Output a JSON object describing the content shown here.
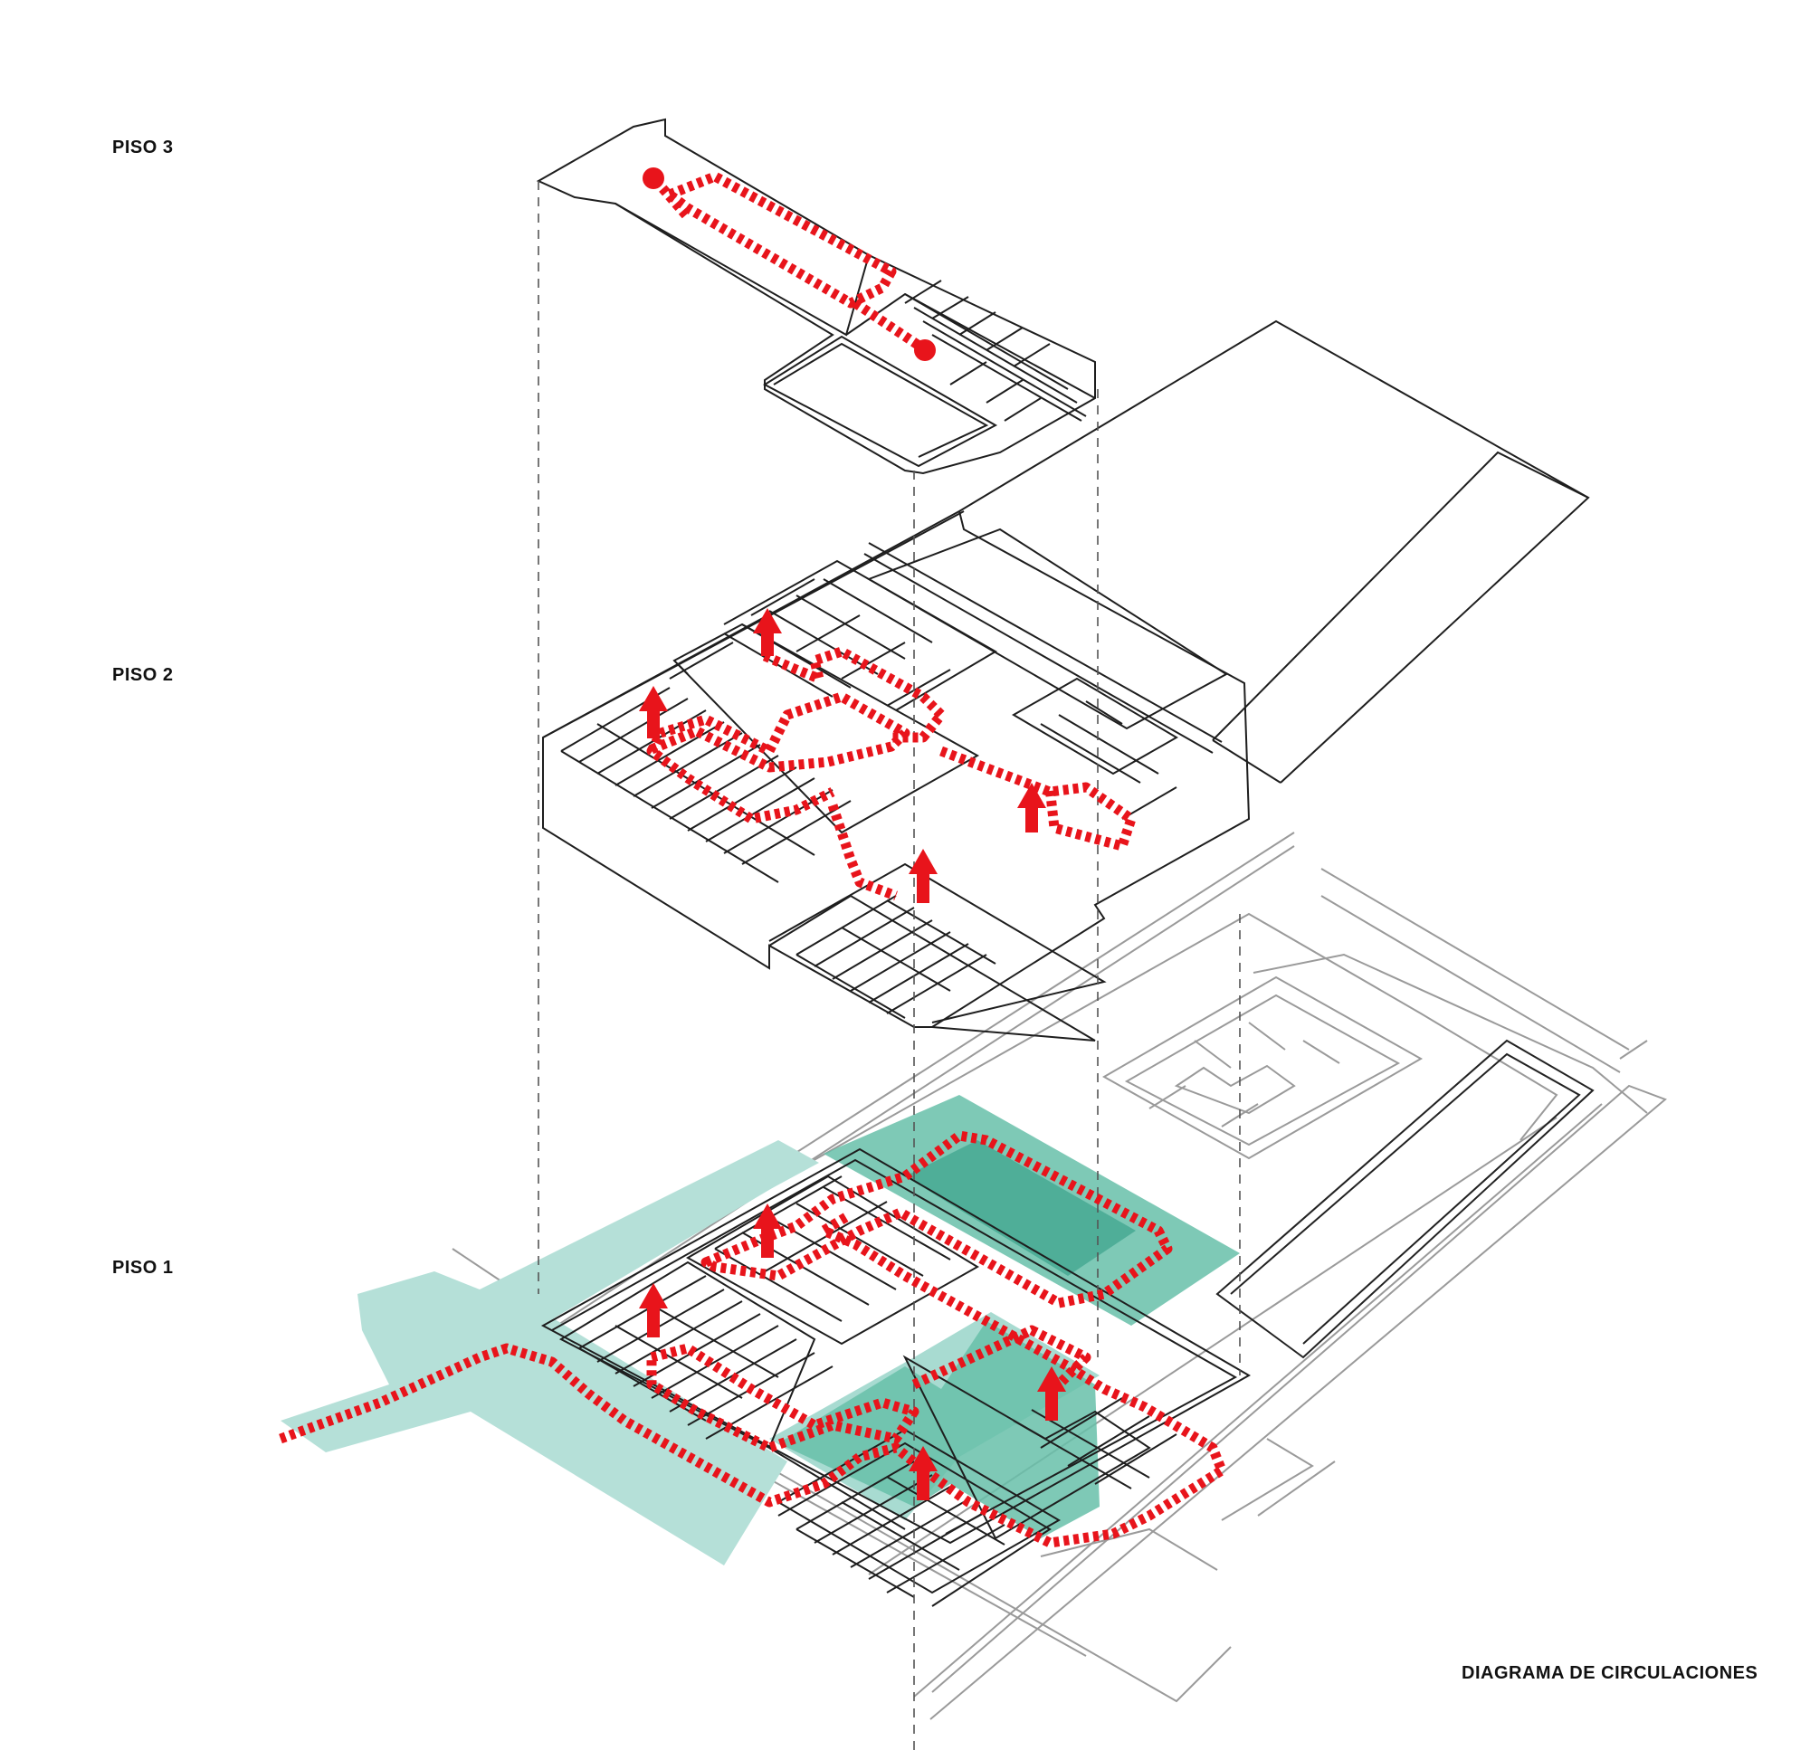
{
  "labels": {
    "floor3": "PISO 3",
    "floor2": "PISO 2",
    "floor1": "PISO 1",
    "title": "DIAGRAMA DE CIRCULACIONES"
  },
  "colors": {
    "circulation": "#e8141b",
    "public_space": "#b5e0d8",
    "courtyard": "#67bfa9",
    "courtyard_dark": "#4fae98",
    "lines": "#222222",
    "context_lines": "#9a9a9a"
  },
  "icons": [
    "arrow-up-icon",
    "dot-marker-icon"
  ]
}
